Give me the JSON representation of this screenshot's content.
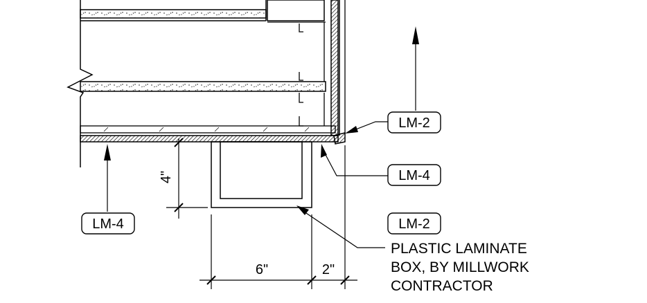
{
  "tags": {
    "top_right": "LM-2",
    "middle_right": "LM-4",
    "lower_right": "LM-2",
    "bottom_left": "LM-4"
  },
  "dimensions": {
    "height": "4\"",
    "width_a": "6\"",
    "width_b": "2\""
  },
  "note": {
    "line1": "PLASTIC LAMINATE",
    "line2": "BOX, BY MILLWORK",
    "line3": "CONTRACTOR"
  }
}
